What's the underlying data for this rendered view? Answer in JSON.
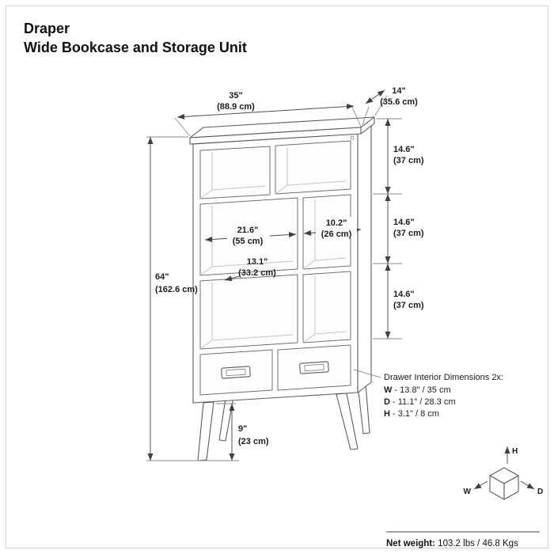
{
  "title": {
    "line1": "Draper",
    "line2": "Wide Bookcase and Storage Unit"
  },
  "dims": {
    "width_top": {
      "in": "35\"",
      "cm": "(88.9 cm)"
    },
    "depth_top": {
      "in": "14\"",
      "cm": "(35.6 cm)"
    },
    "height_total": {
      "in": "64\"",
      "cm": "(162.6 cm)"
    },
    "section_top": {
      "in": "14.6\"",
      "cm": "(37 cm)"
    },
    "section_middle": {
      "in": "14.6\"",
      "cm": "(37 cm)"
    },
    "section_bottom": {
      "in": "14.6\"",
      "cm": "(37 cm)"
    },
    "opening_width": {
      "in": "21.6\"",
      "cm": "(55 cm)"
    },
    "cubby_width": {
      "in": "10.2\"",
      "cm": "(26 cm)"
    },
    "shelf_width": {
      "in": "13.1\"",
      "cm": "(33.2 cm)"
    },
    "leg_height": {
      "in": "9\"",
      "cm": "(23 cm)"
    }
  },
  "drawer_info": {
    "heading": "Drawer Interior Dimensions 2x:",
    "rows": [
      {
        "label": "W",
        "value": " - 13.8\" / 35 cm"
      },
      {
        "label": "D",
        "value": " - 11.1\" / 28.3 cm"
      },
      {
        "label": "H",
        "value": " - 3.1\" / 8 cm"
      }
    ]
  },
  "orientation_cube": {
    "w": "W",
    "d": "D",
    "h": "H"
  },
  "footer": {
    "label": "Net weight:",
    "value": " 103.2 lbs / 46.8 Kgs"
  }
}
